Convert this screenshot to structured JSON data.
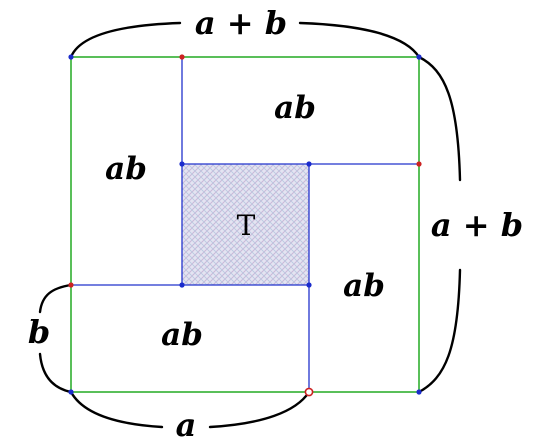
{
  "labels": {
    "top_bracket": "a + b",
    "right_bracket": "a + b",
    "left_bracket": "b",
    "bottom_bracket": "a",
    "region_top_right": "ab",
    "region_left": "ab",
    "region_right": "ab",
    "region_bottom_left": "ab",
    "center": "T"
  },
  "colors": {
    "outer_square": "#22aa22",
    "inner_lines": "#2233cc",
    "center_fill": "#d8d8ee",
    "point_blue": "#1a2bcc",
    "point_red": "#cc2222",
    "bracket": "#000000"
  }
}
